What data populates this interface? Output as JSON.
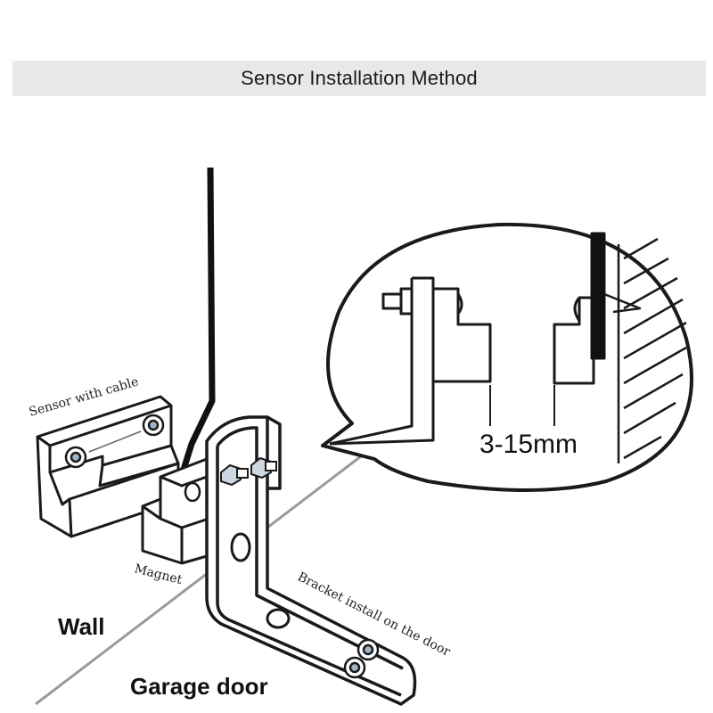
{
  "title": "Sensor Installation Method",
  "labels": {
    "sensor": "Sensor with cable",
    "magnet": "Magnet",
    "bracket": "Bracket install on the door",
    "wall": "Wall",
    "garage_door": "Garage door",
    "gap": "3-15mm"
  },
  "colors": {
    "title_bar": "#e8e8e8",
    "line": "#1a1a1a",
    "floor_line": "#9a9a9a"
  }
}
